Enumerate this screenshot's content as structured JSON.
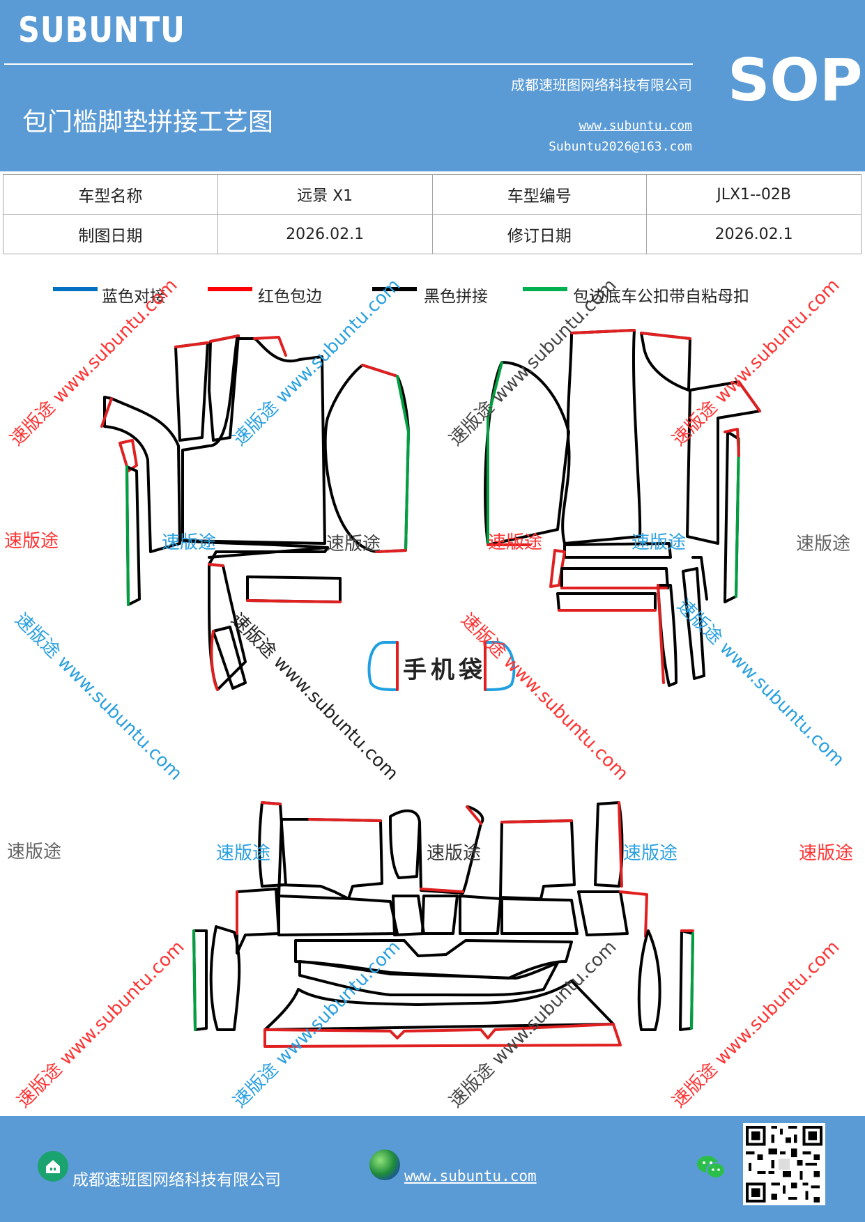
{
  "header": {
    "brand": "SUBUNTU",
    "company": "成都速班图网络科技有限公司",
    "title": "包门槛脚垫拼接工艺图",
    "website": "www.subuntu.com",
    "email": "Subuntu2026@163.com",
    "badge": "SOP"
  },
  "info_table": {
    "row1": {
      "label1": "车型名称",
      "value1": "远景 X1",
      "label2": "车型编号",
      "value2": "JLX1--02B"
    },
    "row2": {
      "label1": "制图日期",
      "value1": "2026.02.1",
      "label2": "修订日期",
      "value2": "2026.02.1"
    }
  },
  "legend": [
    {
      "label": "蓝色对接",
      "color": "#0070c0"
    },
    {
      "label": "红色包边",
      "color": "#ff0000"
    },
    {
      "label": "黑色拼接",
      "color": "#000000"
    },
    {
      "label": "包边底车公扣带自粘母扣",
      "color": "#00b050"
    }
  ],
  "diagram": {
    "phone_bag_label": "手机袋"
  },
  "watermarks": {
    "brand_cn": "速版途",
    "url": "www.subuntu.com",
    "combo": "速版途 www.subuntu.com",
    "colors": {
      "red": "#ff3333",
      "blue": "#2aa0e0",
      "gray": "#666666"
    }
  },
  "footer": {
    "company": "成都速班图网络科技有限公司",
    "website": "www.subuntu.com",
    "home_icon": "home-icon",
    "globe_icon": "globe-icon",
    "wechat_icon": "wechat-icon"
  }
}
